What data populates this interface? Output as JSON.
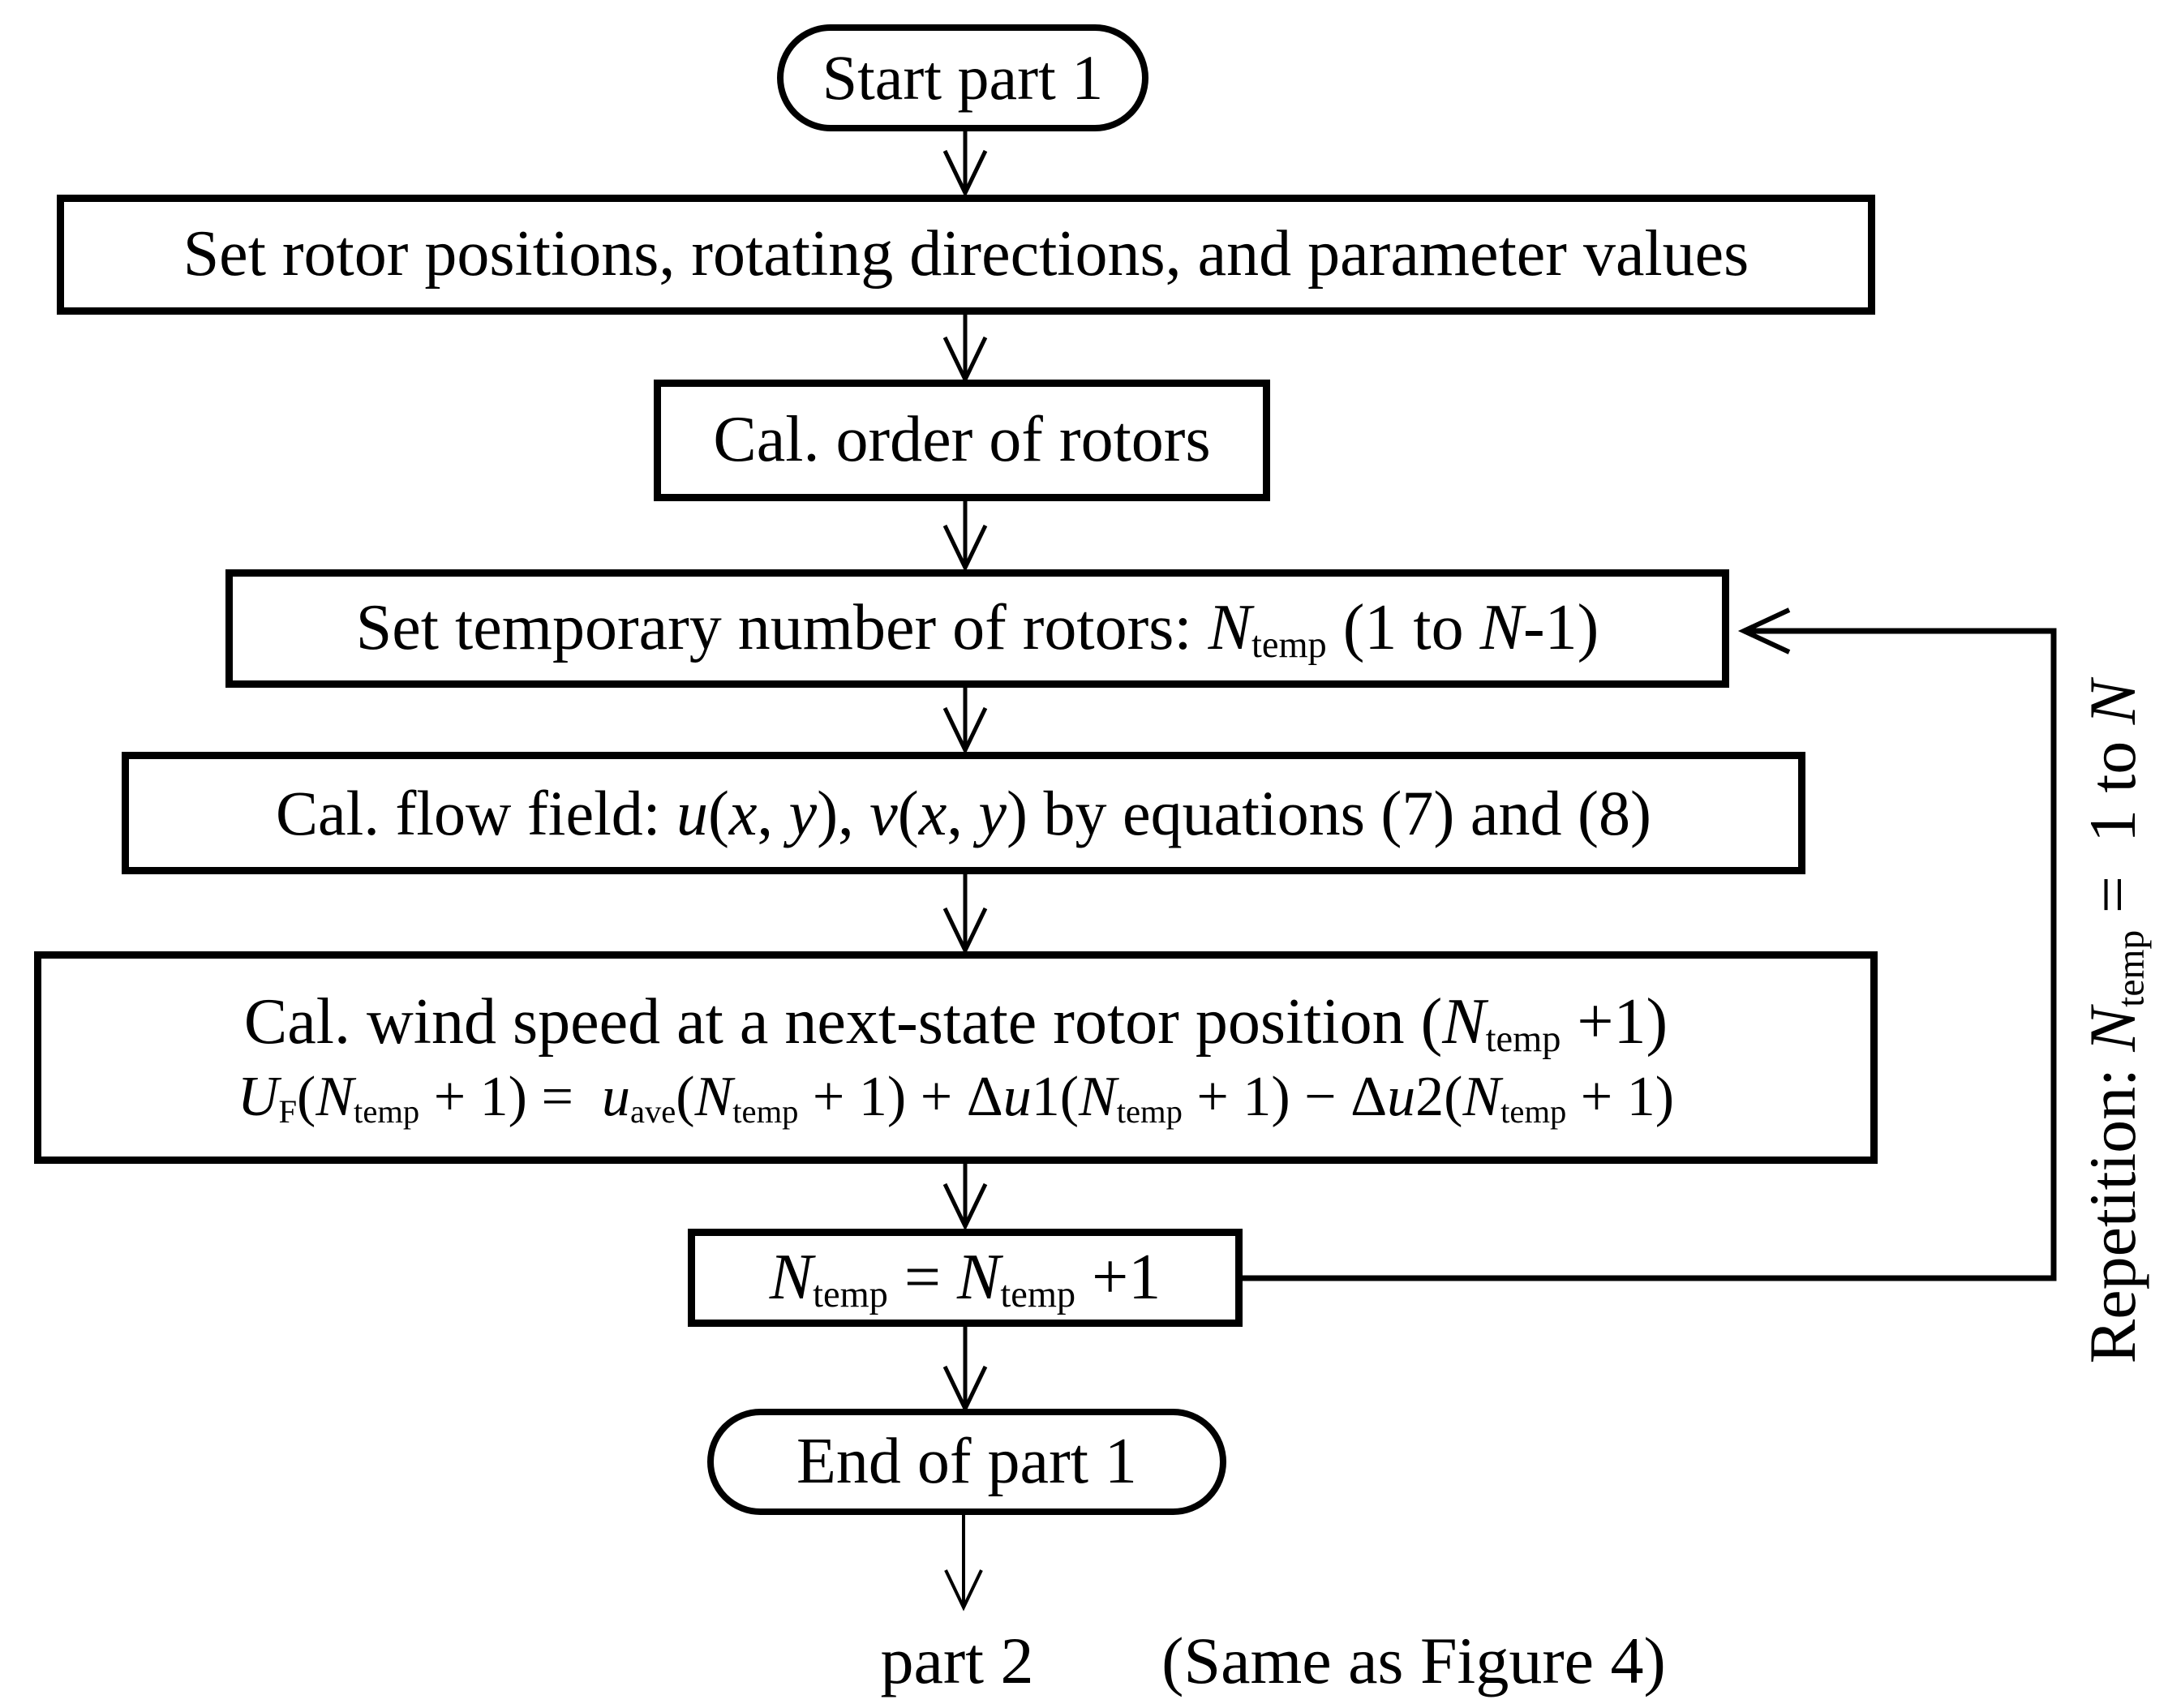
{
  "colors": {
    "ink": "#000000",
    "background": "#ffffff"
  },
  "nodes": {
    "start": {
      "shape": "stadium",
      "label": "Start part 1"
    },
    "set_rotor": {
      "shape": "rect",
      "label": "Set rotor positions, rotating directions, and parameter values"
    },
    "cal_order": {
      "shape": "rect",
      "label": "Cal. order of rotors"
    },
    "set_temp": {
      "shape": "rect",
      "segments": [
        [
          "t",
          "Set temporary number of rotors: "
        ],
        [
          "i",
          "N"
        ],
        [
          "sub",
          "temp"
        ],
        [
          "t",
          " (1 to "
        ],
        [
          "i",
          "N"
        ],
        [
          "t",
          "-1)"
        ]
      ]
    },
    "cal_flow": {
      "shape": "rect",
      "segments": [
        [
          "t",
          "Cal. flow field: "
        ],
        [
          "i",
          "u"
        ],
        [
          "t",
          "("
        ],
        [
          "i",
          "x"
        ],
        [
          "t",
          ", "
        ],
        [
          "i",
          "y"
        ],
        [
          "t",
          "), "
        ],
        [
          "i",
          "v"
        ],
        [
          "t",
          "("
        ],
        [
          "i",
          "x"
        ],
        [
          "t",
          ", "
        ],
        [
          "i",
          "y"
        ],
        [
          "t",
          ") by equations (7) and (8)"
        ]
      ]
    },
    "cal_wind": {
      "shape": "rect",
      "line1": [
        [
          "t",
          "Cal. wind speed at a next-state rotor position ("
        ],
        [
          "i",
          "N"
        ],
        [
          "sub",
          "temp"
        ],
        [
          "t",
          " +1)"
        ]
      ],
      "line2": [
        [
          "i",
          "U"
        ],
        [
          "sub",
          "F"
        ],
        [
          "t",
          "("
        ],
        [
          "i",
          "N"
        ],
        [
          "sub",
          "temp"
        ],
        [
          "t",
          " + 1) =  "
        ],
        [
          "i",
          "u"
        ],
        [
          "sub",
          "ave"
        ],
        [
          "t",
          "("
        ],
        [
          "i",
          "N"
        ],
        [
          "sub",
          "temp"
        ],
        [
          "t",
          " + 1) + Δ"
        ],
        [
          "i",
          "u"
        ],
        [
          "t",
          "1("
        ],
        [
          "i",
          "N"
        ],
        [
          "sub",
          "temp"
        ],
        [
          "t",
          " + 1) − Δ"
        ],
        [
          "i",
          "u"
        ],
        [
          "t",
          "2("
        ],
        [
          "i",
          "N"
        ],
        [
          "sub",
          "temp"
        ],
        [
          "t",
          " + 1)"
        ]
      ]
    },
    "increment": {
      "shape": "rect",
      "segments": [
        [
          "i",
          "N"
        ],
        [
          "sub",
          "temp"
        ],
        [
          "t",
          " = "
        ],
        [
          "i",
          "N"
        ],
        [
          "sub",
          "temp"
        ],
        [
          "t",
          " +1"
        ]
      ]
    },
    "end": {
      "shape": "stadium",
      "label": "End of part 1"
    }
  },
  "loop": {
    "segments": [
      [
        "t",
        "Repetition: "
      ],
      [
        "i",
        "N"
      ],
      [
        "sub",
        "temp"
      ],
      [
        "t",
        " =  1 to "
      ],
      [
        "i",
        "N"
      ]
    ]
  },
  "footer": {
    "part2": "part 2",
    "note": "(Same as Figure 4)"
  }
}
